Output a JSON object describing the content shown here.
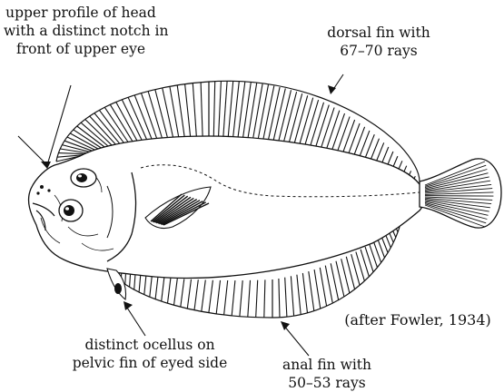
{
  "annotations": {
    "head_profile": {
      "lines": [
        "upper profile of head",
        "with a distinct notch in",
        "front of upper eye"
      ]
    },
    "dorsal_fin": {
      "lines": [
        "dorsal fin with",
        "67–70 rays"
      ]
    },
    "ocellus": {
      "lines": [
        "distinct ocellus on",
        "pelvic fin of eyed side"
      ]
    },
    "anal_fin": {
      "lines": [
        "anal fin with",
        "50–53 rays"
      ]
    }
  },
  "credit": "(after Fowler, 1934)",
  "colors": {
    "ink": "#111111",
    "background": "#ffffff"
  }
}
